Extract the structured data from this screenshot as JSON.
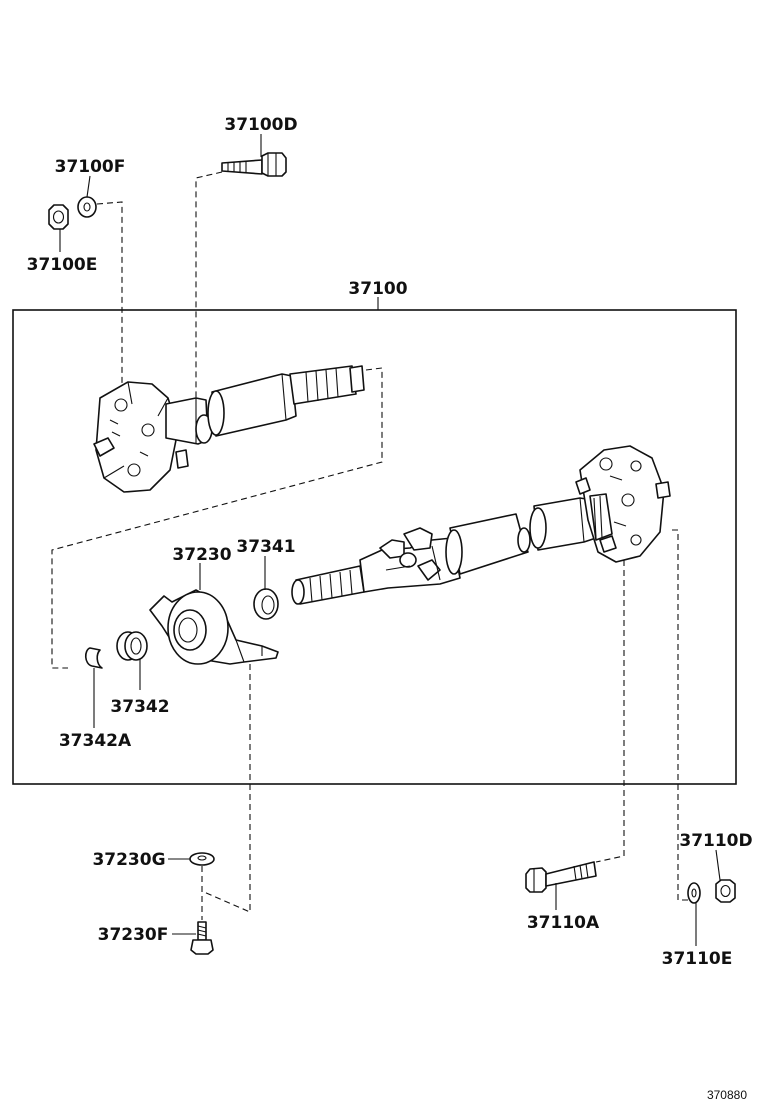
{
  "diagram": {
    "labels": {
      "p37100D": "37100D",
      "p37100F": "37100F",
      "p37100E": "37100E",
      "p37100": "37100",
      "p37230": "37230",
      "p37341": "37341",
      "p37342": "37342",
      "p37342A": "37342A",
      "p37230G": "37230G",
      "p37230F": "37230F",
      "p37110D": "37110D",
      "p37110A": "37110A",
      "p37110E": "37110E"
    },
    "reference_code": "370880"
  }
}
